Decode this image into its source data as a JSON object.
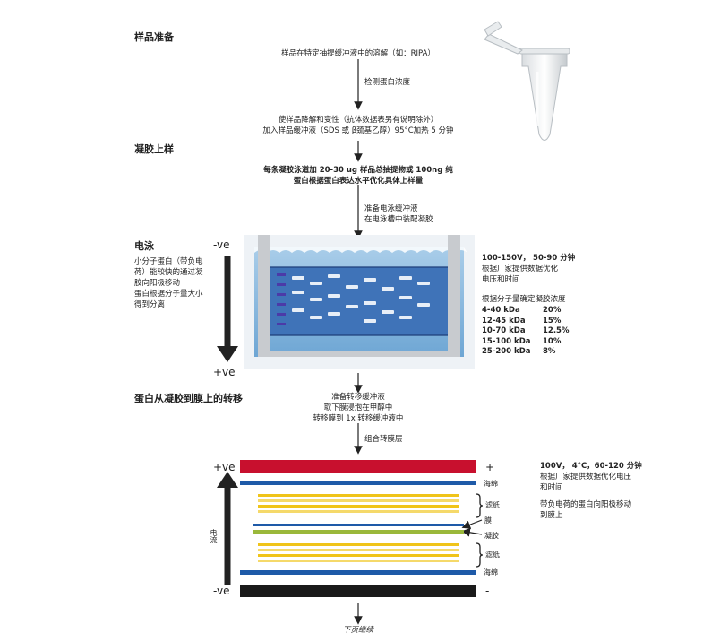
{
  "sections": {
    "sample_prep": "样品准备",
    "loading": "凝胶上样",
    "electrophoresis": "电泳",
    "transfer": "蛋白从凝胶到膜上的转移"
  },
  "steps": {
    "s1": "样品在特定抽提缓冲液中的溶解（如：RIPA）",
    "s2": "检测蛋白浓度",
    "s3_line1": "使样品降解和变性（抗体数据表另有说明除外）",
    "s3_line2": "加入样品缓冲液（SDS 或 β巯基乙醇）95°C加热 5 分钟",
    "s4_line1": "每条凝胶泳道加 20-30 ug 样品总抽提物或 100ng 纯",
    "s4_line2": "蛋白根据蛋白表达水平优化具体上样量",
    "s5_line1": "准备电泳缓冲液",
    "s5_line2": "在电泳槽中装配凝胶",
    "s6_line1": "准备转移缓冲液",
    "s6_line2": "取下膜浸泡在甲醇中",
    "s6_line3": "转移膜到 1x 转移缓冲液中",
    "s7": "组合转膜层",
    "next": "下页继续"
  },
  "electrophoresis": {
    "neg": "-ve",
    "pos": "+ve",
    "desc_line1": "小分子蛋白（带负电",
    "desc_line2": "荷）能较快的通过凝",
    "desc_line3": "胶向阳极移动",
    "desc_line4": "蛋白根据分子量大小",
    "desc_line5": "得到分离",
    "cond_line1": "100-150V， 50-90 分钟",
    "cond_line2": "根据厂家提供数据优化",
    "cond_line3": "电压和时间",
    "conc_title": "根据分子量确定凝胶浓度",
    "conc_table": [
      {
        "range": "4-40 kDa",
        "pct": "20%"
      },
      {
        "range": "12-45 kDa",
        "pct": "15%"
      },
      {
        "range": "10-70 kDa",
        "pct": "12.5%"
      },
      {
        "range": "15-100 kDa",
        "pct": "10%"
      },
      {
        "range": "25-200 kDa",
        "pct": "8%"
      }
    ]
  },
  "transfer": {
    "pos": "+ve",
    "neg": "-ve",
    "plus": "+",
    "minus": "-",
    "current": "电流",
    "sponge_top": "海绵",
    "filter_top": "滤纸",
    "membrane": "膜",
    "gel": "凝胶",
    "filter_bottom": "滤纸",
    "sponge_bottom": "海绵",
    "cond_line1": "100V， 4°C，60-120 分钟",
    "cond_line2": "根据厂家提供数据优化电压",
    "cond_line3": "和时间",
    "move_line1": "带负电荷的蛋白向阳极移动",
    "move_line2": "到膜上"
  },
  "colors": {
    "anode_red": "#c8102e",
    "sponge_blue": "#1e5aa8",
    "filter_yellow": "#f0c419",
    "gel_green": "#9ab83a",
    "cathode_black": "#1a1a1a",
    "buffer_blue": "#7fb3dd"
  }
}
